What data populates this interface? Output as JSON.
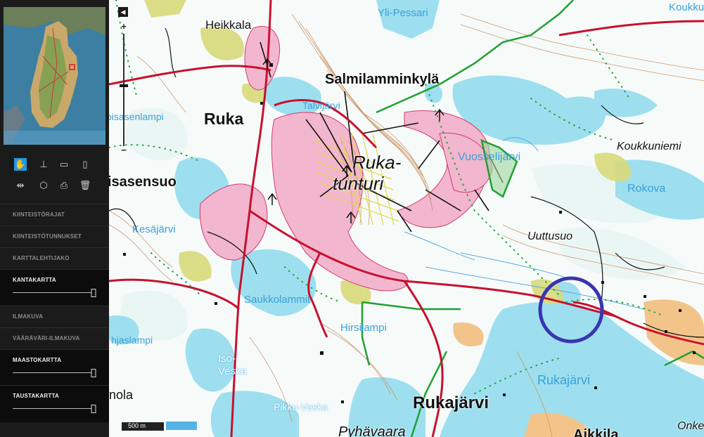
{
  "sidebar": {
    "tools": [
      {
        "name": "pan-hand-icon",
        "glyph": "✋",
        "active": true
      },
      {
        "name": "pin-icon",
        "glyph": "⊥",
        "active": false
      },
      {
        "name": "measure-ruler-icon",
        "glyph": "▭",
        "active": false
      },
      {
        "name": "layout-icon",
        "glyph": "▯",
        "active": false
      },
      {
        "name": "arrows-icon",
        "glyph": "⇹",
        "active": false
      },
      {
        "name": "pdf-icon",
        "glyph": "⬡",
        "active": false
      },
      {
        "name": "print-icon",
        "glyph": "⎙",
        "active": false
      },
      {
        "name": "trash-icon",
        "glyph": "🗑",
        "active": false
      }
    ],
    "layers": [
      {
        "label": "KIINTEISTÖRAJAT",
        "active": false,
        "opacity": null
      },
      {
        "label": "KIINTEISTÖTUNNUKSET",
        "active": false,
        "opacity": null
      },
      {
        "label": "KARTTALEHTIJAKO",
        "active": false,
        "opacity": null
      },
      {
        "label": "KANTAKARTTA",
        "active": true,
        "opacity": 1.0
      },
      {
        "label": "ILMAKUVA",
        "active": false,
        "opacity": null
      },
      {
        "label": "VÄÄRÄVÄRI-ILMAKUVA",
        "active": false,
        "opacity": null
      },
      {
        "label": "MAASTOKARTTA",
        "active": true,
        "opacity": 1.0
      },
      {
        "label": "TAUSTAKARTTA",
        "active": true,
        "opacity": 1.0
      }
    ]
  },
  "map": {
    "zoom": {
      "plus": "+",
      "minus": "−",
      "level": 0.55
    },
    "scale_bar": {
      "label": "500 m"
    },
    "colors": {
      "water": "#9ddfef",
      "road": "#c8102e",
      "ski_area": "#f3b6cf",
      "contour": "#c98a57",
      "boundary": "#20a032",
      "highlight": "#3a35b0"
    },
    "places": [
      {
        "name": "Heikkala",
        "size": "normal"
      },
      {
        "name": "Yli-Pessari",
        "size": "water"
      },
      {
        "name": "Koukkulan",
        "size": "normal"
      },
      {
        "name": "Salmilamminkylä",
        "size": "large-bold"
      },
      {
        "name": "Ruka",
        "size": "large-bold"
      },
      {
        "name": "oisasenlampi",
        "size": "water"
      },
      {
        "name": "Talvijärvi",
        "size": "water"
      },
      {
        "name": "Ruka-",
        "size": "large-italic"
      },
      {
        "name": "tunturi",
        "size": "large-italic"
      },
      {
        "name": "Vuosselijärvi",
        "size": "water"
      },
      {
        "name": "Koukkuniemi",
        "size": "italic"
      },
      {
        "name": "isasensuo",
        "size": "large-bold"
      },
      {
        "name": "Rokova",
        "size": "water"
      },
      {
        "name": "Kesäjärvi",
        "size": "water"
      },
      {
        "name": "Uuttusuo",
        "size": "italic"
      },
      {
        "name": "Saukkolammit",
        "size": "water"
      },
      {
        "name": "hjaslampi",
        "size": "water"
      },
      {
        "name": "Hirsilampi",
        "size": "water"
      },
      {
        "name": "Iso-",
        "size": "water"
      },
      {
        "name": "Veska",
        "size": "water"
      },
      {
        "name": "Rukajärvi",
        "size": "water-large"
      },
      {
        "name": "nola",
        "size": "normal"
      },
      {
        "name": "Pikku-Veska",
        "size": "water"
      },
      {
        "name": "Rukajärvi",
        "size": "large-bold"
      },
      {
        "name": "Pyhävaara",
        "size": "large-italic"
      },
      {
        "name": "Aikkila",
        "size": "large-bold"
      },
      {
        "name": "Onke",
        "size": "italic"
      }
    ]
  }
}
